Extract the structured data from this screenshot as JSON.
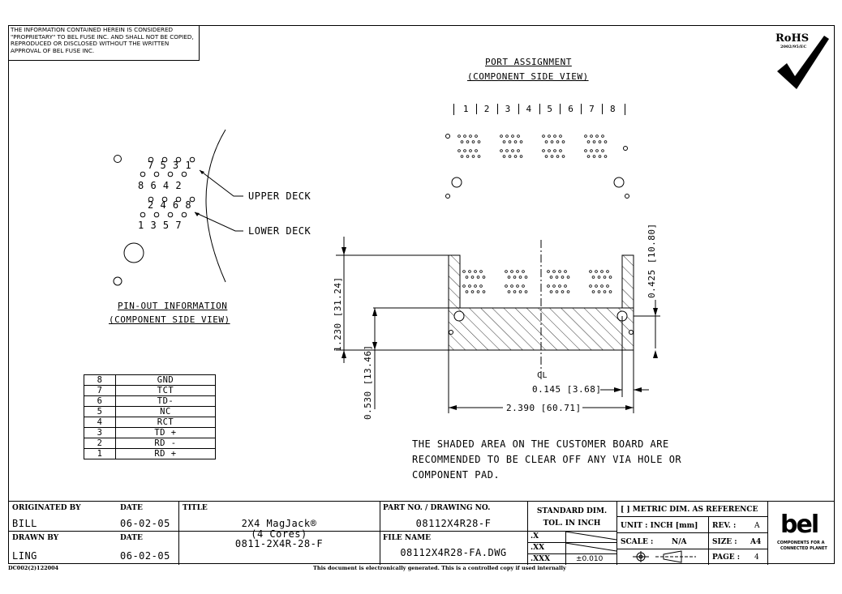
{
  "notice": "THE INFORMATION CONTAINED HEREIN IS CONSIDERED \"PROPRIETARY\" TO BEL FUSE INC. AND SHALL NOT BE COPIED, REPRODUCED OR DISCLOSED WITHOUT THE WRITTEN APPROVAL OF BEL FUSE INC.",
  "rohs": {
    "label": "RoHS",
    "sub": "2002/95/EC"
  },
  "port_assignment": {
    "title": "PORT ASSIGNMENT",
    "subtitle": "(COMPONENT SIDE VIEW)",
    "ports": [
      "1",
      "2",
      "3",
      "4",
      "5",
      "6",
      "7",
      "8"
    ]
  },
  "pinout": {
    "upper_odd": "7 5 3 1",
    "upper_even": "8 6 4 2",
    "lower_even": "2 4 6 8",
    "lower_odd": "1 3 5 7",
    "upper_label": "UPPER DECK",
    "lower_label": "LOWER DECK",
    "title": "PIN-OUT INFORMATION",
    "subtitle": "(COMPONENT SIDE VIEW)"
  },
  "pin_table": [
    {
      "pin": "8",
      "signal": "GND"
    },
    {
      "pin": "7",
      "signal": "TCT"
    },
    {
      "pin": "6",
      "signal": "TD-"
    },
    {
      "pin": "5",
      "signal": "NC"
    },
    {
      "pin": "4",
      "signal": "RCT"
    },
    {
      "pin": "3",
      "signal": "TD +"
    },
    {
      "pin": "2",
      "signal": "RD -"
    },
    {
      "pin": "1",
      "signal": "RD +"
    }
  ],
  "dimensions": {
    "height_total": "1.230 [31.24]",
    "height_upper": "0.425 [10.80]",
    "height_lower": "0.530 [13.46]",
    "offset": "0.145 [3.68]",
    "width": "2.390 [60.71]",
    "centerline": "CL"
  },
  "note": {
    "line1": "THE SHADED AREA ON THE CUSTOMER BOARD ARE",
    "line2": "RECOMMENDED TO BE CLEAR OFF ANY VIA HOLE OR",
    "line3": "COMPONENT PAD."
  },
  "title_block": {
    "originated_by_label": "ORIGINATED BY",
    "originated_by": "BILL",
    "date_label": "DATE",
    "originated_date": "06-02-05",
    "drawn_by_label": "DRAWN BY",
    "drawn_by": "LING",
    "drawn_date_label": "DATE",
    "drawn_date": "06-02-05",
    "title_label": "TITLE",
    "title_line1": "2X4 MagJack®",
    "title_line2": "(4 Cores)",
    "title_line3": "0811-2X4R-28-F",
    "part_no_label": "PART NO. / DRAWING NO.",
    "part_no": "08112X4R28-F",
    "file_name_label": "FILE NAME",
    "file_name": "08112X4R28-FA.DWG",
    "std_dim_label": "STANDARD DIM.",
    "tol_label": "TOL. IN INCH",
    "tol_x": ".X",
    "tol_xx": ".XX",
    "tol_xxx": ".XXX",
    "tol_xxx_value": "±0.010",
    "metric_label": "[ ] METRIC DIM. AS REFERENCE",
    "unit_label": "UNIT : INCH [mm]",
    "rev_label": "REV. :",
    "rev": "A",
    "scale_label": "SCALE :",
    "scale": "N/A",
    "size_label": "SIZE :",
    "size": "A4",
    "page_label": "PAGE :",
    "page": "4"
  },
  "logo": {
    "name": "bel",
    "tagline1": "COMPONENTS FOR A",
    "tagline2": "CONNECTED PLANET"
  },
  "footer": {
    "code": "DC002(2)122004",
    "notice": "This document is electronically generated. This is a controlled copy if used internally"
  }
}
